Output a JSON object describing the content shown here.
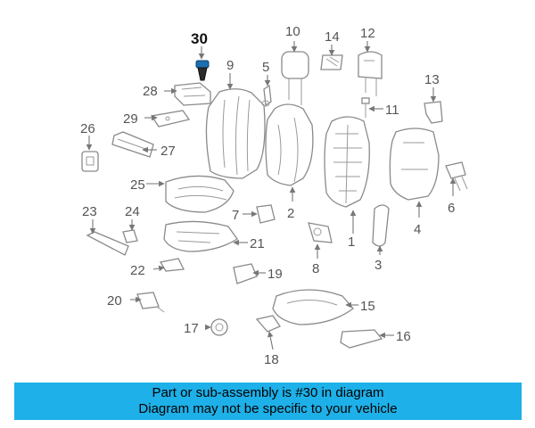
{
  "callouts": [
    "30",
    "28",
    "29",
    "26",
    "27",
    "9",
    "10",
    "5",
    "14",
    "12",
    "13",
    "11",
    "25",
    "23",
    "24",
    "7",
    "2",
    "1",
    "4",
    "6",
    "21",
    "8",
    "3",
    "22",
    "19",
    "20",
    "15",
    "17",
    "16",
    "18"
  ],
  "banner": {
    "line1": "Part or sub-assembly is #30 in diagram",
    "line2": "Diagram may not be specific to your vehicle"
  },
  "colors": {
    "banner": "#1eb0e8",
    "highlight_part": "#1a6fb0"
  }
}
